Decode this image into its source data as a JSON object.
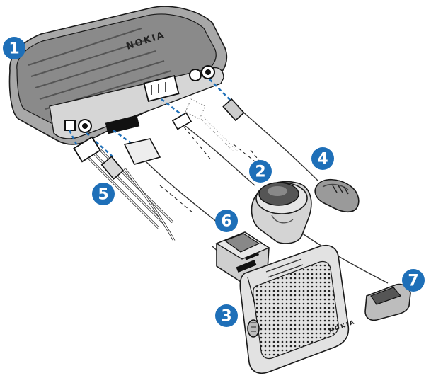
{
  "diagram": {
    "logo_text": "NOKIA",
    "colors": {
      "badge": "#1e6fb8",
      "link": "#1e6fb8",
      "outline": "#1a1a1a"
    },
    "parts": [
      {
        "number": "1"
      },
      {
        "number": "2"
      },
      {
        "number": "3"
      },
      {
        "number": "4"
      },
      {
        "number": "5"
      },
      {
        "number": "6"
      },
      {
        "number": "7"
      }
    ]
  }
}
